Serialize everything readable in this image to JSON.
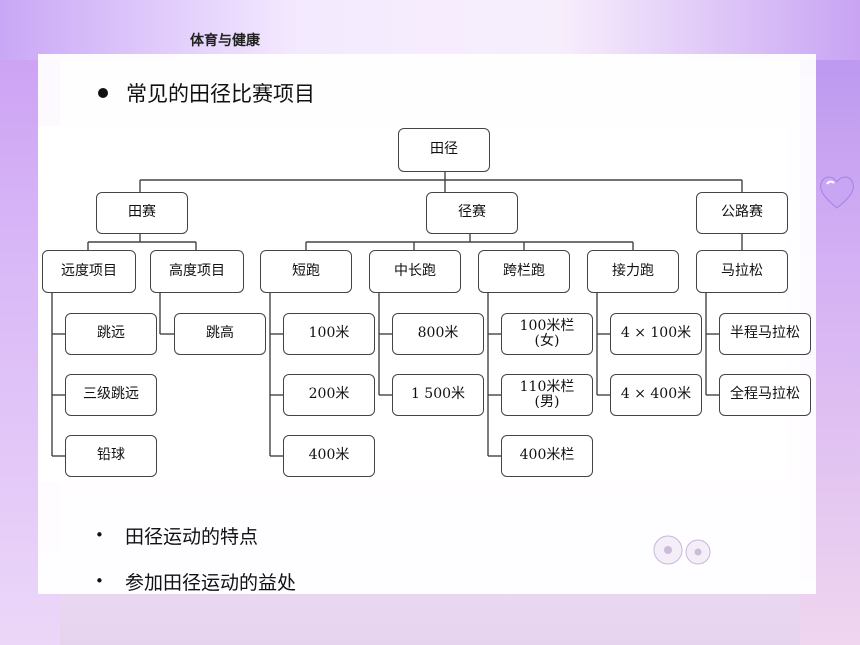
{
  "header": {
    "title": "体育与健康"
  },
  "heading": "常见的田径比赛项目",
  "diagram": {
    "root": "田径",
    "categories": {
      "field": "田赛",
      "track": "径赛",
      "road": "公路赛"
    },
    "subcategories": {
      "distance": "远度项目",
      "height": "高度项目",
      "sprint": "短跑",
      "middle_long": "中长跑",
      "hurdles": "跨栏跑",
      "relay": "接力跑",
      "marathon": "马拉松"
    },
    "items": {
      "long_jump": "跳远",
      "triple_jump": "三级跳远",
      "shot_put": "铅球",
      "high_jump": "跳高",
      "m100": "100米",
      "m200": "200米",
      "m400": "400米",
      "m800": "800米",
      "m1500": "1 500米",
      "h100_1": "100米栏",
      "h100_2": "(女)",
      "h110_1": "110米栏",
      "h110_2": "(男)",
      "h400": "400米栏",
      "r4x100": "4 × 100米",
      "r4x400": "4 × 400米",
      "half_marathon": "半程马拉松",
      "full_marathon": "全程马拉松"
    }
  },
  "bullets": [
    {
      "symbol": "•",
      "text": "田径运动的特点"
    },
    {
      "symbol": "•",
      "text": "参加田径运动的益处"
    }
  ],
  "colors": {
    "accent": "#b792ee",
    "line": "#444444"
  }
}
